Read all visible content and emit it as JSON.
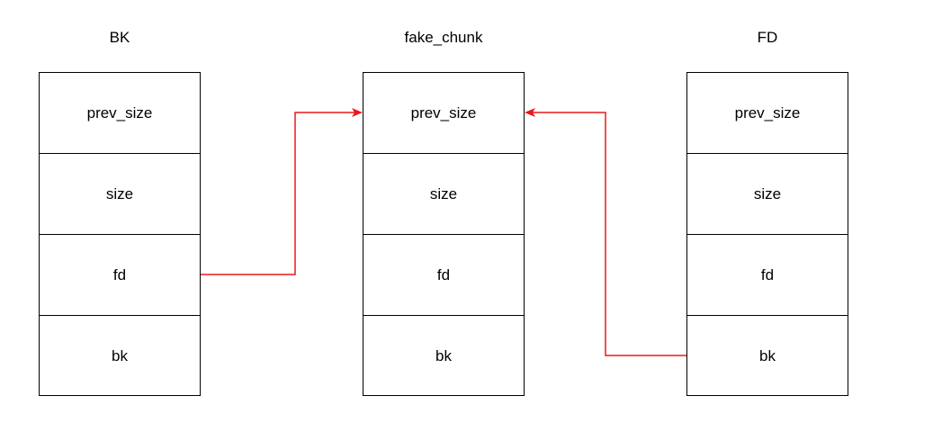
{
  "chunks": [
    {
      "id": "bk",
      "title": "BK",
      "fields": [
        "prev_size",
        "size",
        "fd",
        "bk"
      ]
    },
    {
      "id": "fake",
      "title": "fake_chunk",
      "fields": [
        "prev_size",
        "size",
        "fd",
        "bk"
      ]
    },
    {
      "id": "fd",
      "title": "FD",
      "fields": [
        "prev_size",
        "size",
        "fd",
        "bk"
      ]
    }
  ],
  "arrows": [
    {
      "from": "BK.fd",
      "to": "fake_chunk.prev_size"
    },
    {
      "from": "FD.bk",
      "to": "fake_chunk.prev_size"
    }
  ],
  "colors": {
    "arrow": "#e81818",
    "border": "#000000",
    "text": "#000000",
    "background": "#ffffff"
  }
}
